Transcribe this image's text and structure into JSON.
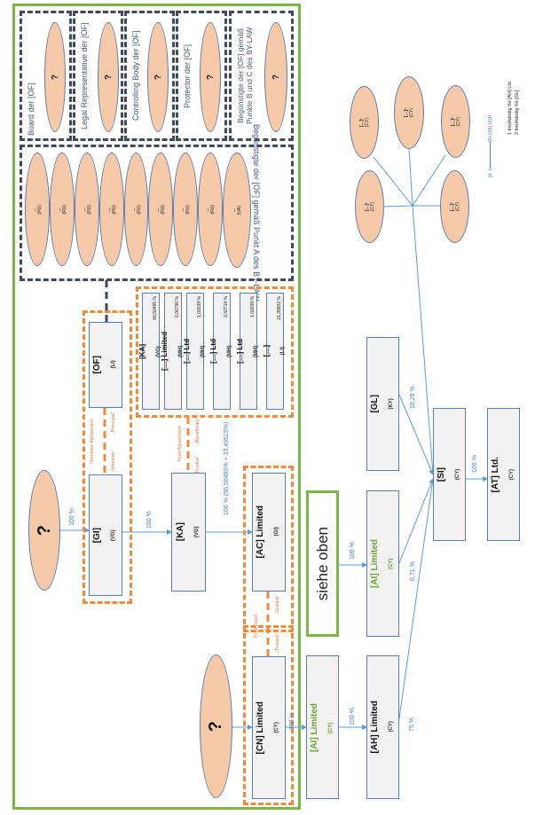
{
  "colors": {
    "frame": "#7ab648",
    "orange": "#f08a3c",
    "person_fill": "#f6c9a8",
    "box_border": "#5b7fa8",
    "arrow": "#5b9bd5"
  },
  "of_roles": [
    {
      "label": "Board der [OF]",
      "value": "?"
    },
    {
      "label": "Legal Representative der [OF]",
      "value": "?"
    },
    {
      "label": "Controlling Body der [OF]",
      "value": "?"
    },
    {
      "label": "Protector der [OF]",
      "value": "?"
    },
    {
      "label": "Begünstigte der [OF] gemäß Punkte B und C des BY-LAW",
      "value": "?"
    }
  ],
  "beneficiaries_a": {
    "label": "Begünstigte der [OF] gemäß Punkt A des BY-LAW",
    "items": [
      {
        "name": "...",
        "jur": "(RU)"
      },
      {
        "name": "...",
        "jur": "(RU)"
      },
      {
        "name": "...",
        "jur": "(RU)"
      },
      {
        "name": "...",
        "jur": "(RU)"
      },
      {
        "name": "...",
        "jur": "(RU)"
      },
      {
        "name": "...",
        "jur": "(RU)"
      },
      {
        "name": "...",
        "jur": "(RU)"
      },
      {
        "name": "...",
        "jur": "(RU)"
      },
      {
        "name": "...",
        "jur": "(UA)"
      }
    ]
  },
  "of": {
    "name": "[OF]",
    "jur": "(LI)"
  },
  "gi": {
    "name": "[GI]",
    "jur": "(VG)"
  },
  "ka": {
    "name": "[KA]",
    "jur": "(VG)"
  },
  "ac": {
    "name": "[AC] Limited",
    "jur": "(GI)"
  },
  "cn": {
    "name": "[CN] Limited",
    "jur": "(CY)"
  },
  "unknown_owner_top": "?",
  "unknown_owner_bottom": "?",
  "shareholders": [
    {
      "name": "[KA]",
      "jur": "(VG)",
      "pct": "66,50485 %"
    },
    {
      "name": "[…] Limited",
      "jur": "(MH)",
      "pct": "6,06796 %"
    },
    {
      "name": "[…] Ltd",
      "jur": "(MH)",
      "pct": "1,02039 %"
    },
    {
      "name": "[…] Ltd",
      "jur": "(MH)",
      "pct": "2,42718 %"
    },
    {
      "name": "[…] Ltd",
      "jur": "(MH)",
      "pct": "1,02039 %"
    },
    {
      "name": "[…]",
      "jur": "(LI)",
      "pct": "21,35922 %"
    }
  ],
  "agreements": {
    "nominee": "Nominee Agreement",
    "principal": "„Principal“",
    "nominee_role": "„Nominee“",
    "trust": "Trust Agreement",
    "beneficiary": "„Beneficiary“",
    "trustee": "„Trustee“",
    "trust_deed": "Trust Deed",
    "grantor": "„Grantor“",
    "trustee2": "„Trustee“"
  },
  "percentages": {
    "q_to_gi": "100 %",
    "gi_to_ka": "100 %",
    "ka_to_ac": "100 % (66,50485% + 33,49515%)",
    "cn_to_ai": "100 %",
    "ai_to_ah": "100 %",
    "siehe_to_ai": "100 %",
    "gl_to_si": "18,29 %",
    "ai_to_si": "6,71 %",
    "ah_to_si": "75 %",
    "si_to_at": "100 %"
  },
  "ai_bottom": {
    "name": "[AI] Limited",
    "jur": "(CY)"
  },
  "ah": {
    "name": "[AH] Limited",
    "jur": "(CY)"
  },
  "siehe_oben": "siehe oben",
  "ai_top": {
    "name": "[AI] Limited",
    "jur": "(CY)"
  },
  "gl": {
    "name": "[GL]",
    "jur": "(KY)"
  },
  "si": {
    "name": "[SI]",
    "jur": "(CY)"
  },
  "at": {
    "name": "[AT] Ltd.",
    "jur": "(CY)"
  },
  "small_holders": [
    {
      "name": "[…]¹",
      "jur": "(CY)"
    },
    {
      "name": "[…]²",
      "jur": "(CY)"
    },
    {
      "name": "[…]¹",
      "jur": "(CY)"
    },
    {
      "name": "[…]¹",
      "jur": "(CY)"
    },
    {
      "name": "[…]¹",
      "jur": "(CY)"
    }
  ],
  "fraction": {
    "prefix": "je",
    "numerator": "1",
    "denominator": "90.000.000"
  },
  "footnotes": [
    "1 treuhändig für [AH] Ltd",
    "2 treuhändig für [GL]"
  ]
}
